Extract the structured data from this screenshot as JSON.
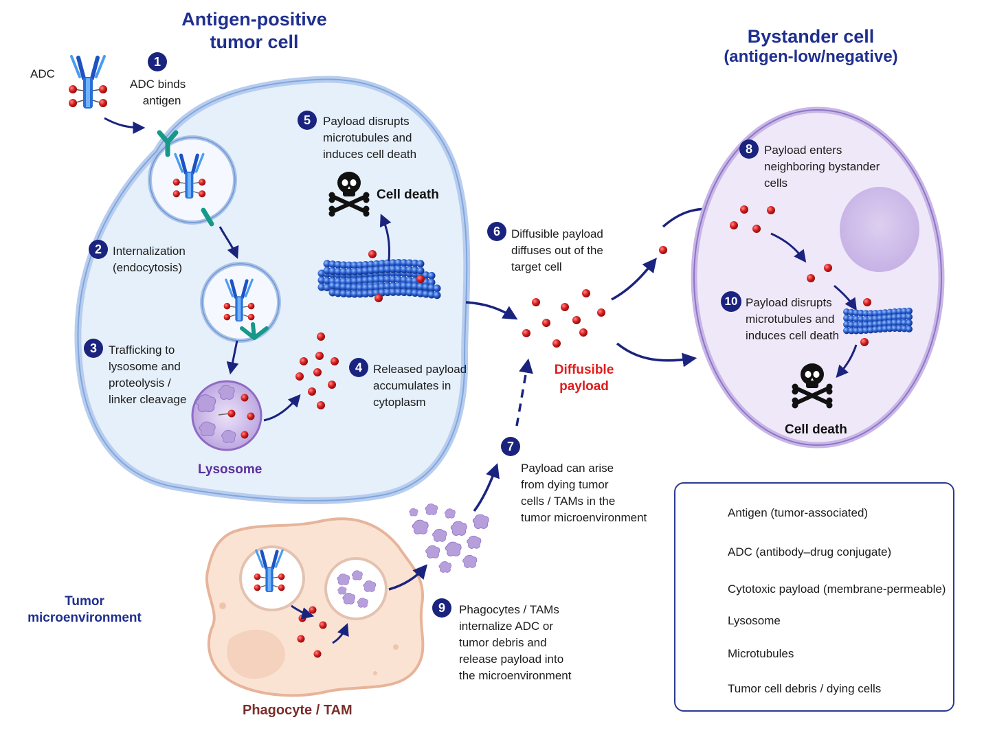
{
  "titles": {
    "tumor_cell_line1": "Antigen-positive",
    "tumor_cell_line2": "tumor cell",
    "bystander_line1": "Bystander cell",
    "bystander_line2": "(antigen-low/negative)"
  },
  "labels": {
    "adc": "ADC",
    "cell_death_1": "Cell death",
    "cell_death_2": "Cell death",
    "lysosome": "Lysosome",
    "diffusible_payload_line1": "Diffusible",
    "diffusible_payload_line2": "payload",
    "phagocyte": "Phagocyte / TAM",
    "tme_line1": "Tumor",
    "tme_line2": "microenvironment"
  },
  "steps": [
    {
      "num": "1",
      "lines": [
        "ADC binds",
        "antigen"
      ]
    },
    {
      "num": "2",
      "lines": [
        "Internalization",
        "(endocytosis)"
      ]
    },
    {
      "num": "3",
      "lines": [
        "Trafficking to",
        "lysosome and",
        "proteolysis /",
        "linker cleavage"
      ]
    },
    {
      "num": "4",
      "lines": [
        "Released payload",
        "accumulates in",
        "cytoplasm"
      ]
    },
    {
      "num": "5",
      "lines": [
        "Payload disrupts",
        "microtubules and",
        "induces cell death"
      ]
    },
    {
      "num": "6",
      "lines": [
        "Diffusible payload",
        "diffuses out of the",
        "target cell"
      ]
    },
    {
      "num": "7",
      "lines": [
        "Payload can arise",
        "from dying tumor",
        "cells / TAMs in the",
        "tumor microenvironment"
      ]
    },
    {
      "num": "8",
      "lines": [
        "Payload enters",
        "neighboring bystander",
        "cells"
      ]
    },
    {
      "num": "9",
      "lines": [
        "Phagocytes / TAMs",
        "internalize ADC or",
        "tumor debris and",
        "release payload into",
        "the microenvironment"
      ]
    },
    {
      "num": "10",
      "lines": [
        "Payload disrupts",
        "microtubules and",
        "induces cell death"
      ]
    }
  ],
  "legend": [
    {
      "icon": "antigen-icon",
      "label": "Antigen (tumor-associated)"
    },
    {
      "icon": "adc-icon",
      "label": "ADC (antibody–drug conjugate)"
    },
    {
      "icon": "payload-icon",
      "label": "Cytotoxic payload (membrane-permeable)"
    },
    {
      "icon": "lysosome-icon",
      "label": "Lysosome"
    },
    {
      "icon": "microtubules-icon",
      "label": "Microtubules"
    },
    {
      "icon": "debris-icon",
      "label": "Tumor cell debris / dying cells"
    }
  ],
  "colors": {
    "navy": "#1a237e",
    "title_blue": "#1f2f8f",
    "payload_red": "#d91f1f",
    "antigen_teal": "#17998a",
    "antibody_blue": "#2a6fd6",
    "tumor_fill": "#e6f0fb",
    "bystander_fill": "#efe8f8",
    "phagocyte_fill": "#fbe3d4",
    "lysosome_purple": "#8f6bc4"
  }
}
